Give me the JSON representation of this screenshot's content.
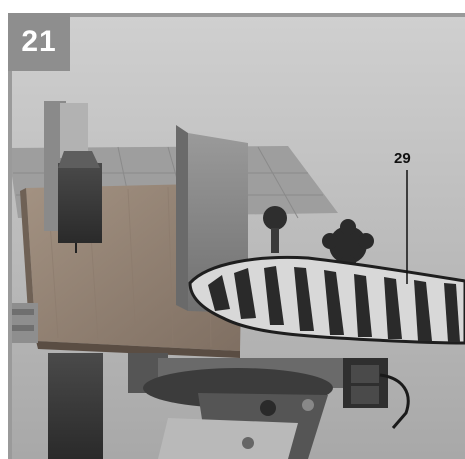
{
  "figure": {
    "number": "21",
    "callout": "29"
  },
  "colors": {
    "badge": "#8e8e8e",
    "badge_text": "#ffffff",
    "frame_line": "#9a9a9a",
    "callout_text": "#111111"
  },
  "icons": {
    "photo": "saw-table-photo-illustration",
    "leader": "callout-leader-line"
  }
}
